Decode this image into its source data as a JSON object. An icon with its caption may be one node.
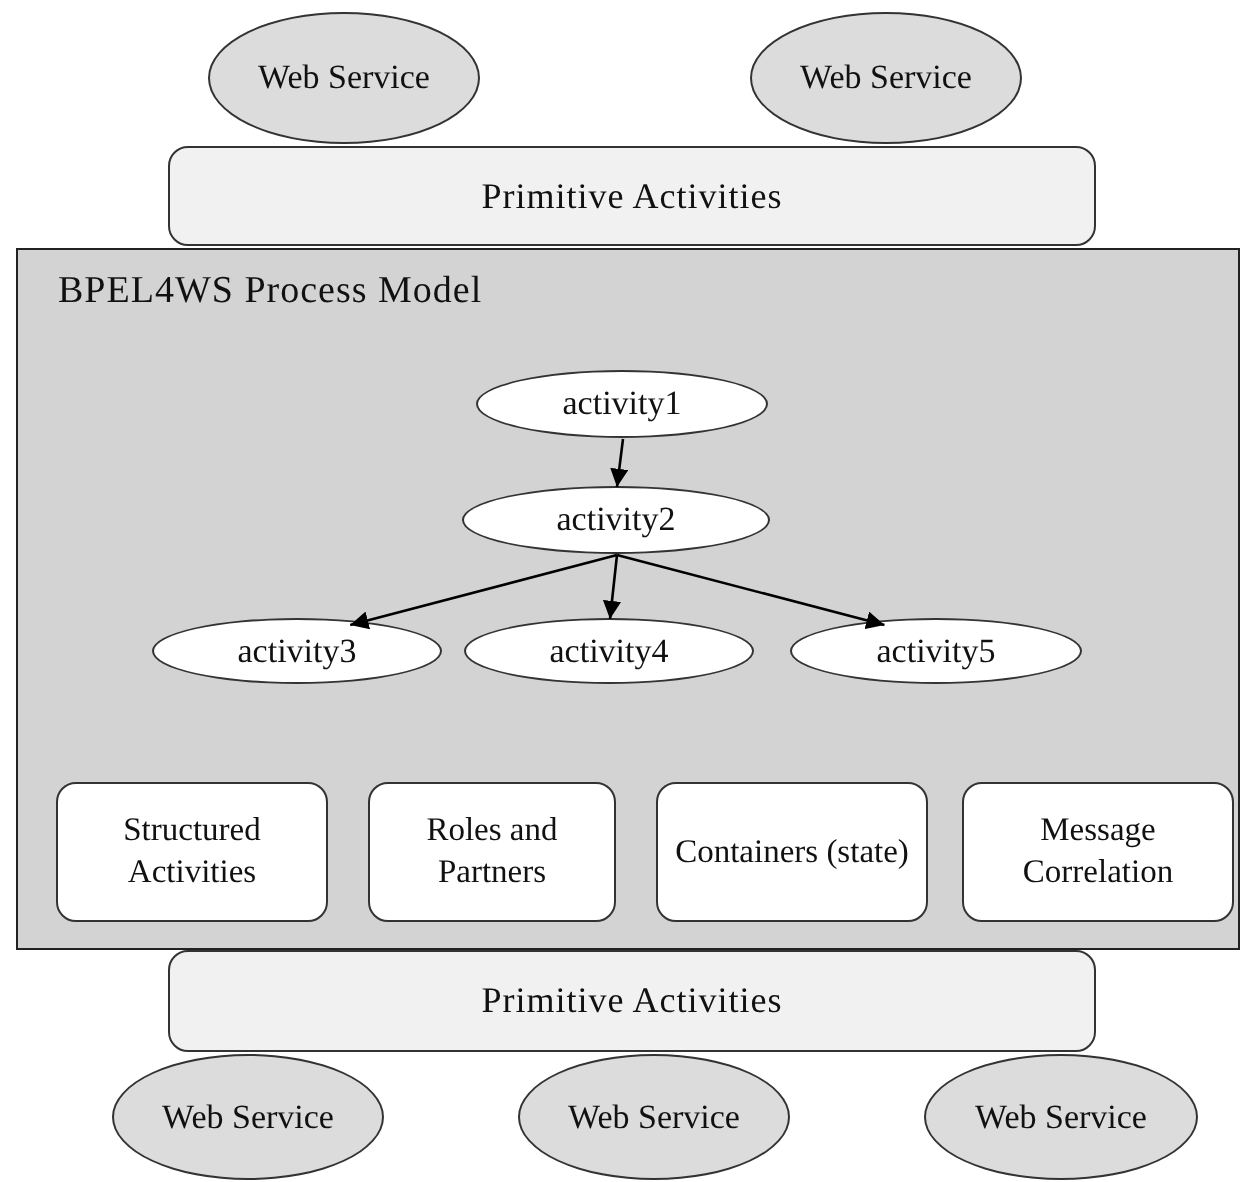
{
  "diagram": {
    "nodes": [
      {
        "text": [
          "Web Service"
        ]
      },
      {
        "text": [
          "Web Service"
        ]
      },
      {
        "text": [
          "Primitive Activities"
        ]
      },
      {
        "text": [
          "BPEL4WS Process Model"
        ]
      },
      {
        "text": [
          "activity1"
        ],
        "in": 3
      },
      {
        "text": [
          "activity2"
        ],
        "in": 3
      },
      {
        "text": [
          "activity3"
        ],
        "in": 3
      },
      {
        "text": [
          "activity4"
        ],
        "in": 3
      },
      {
        "text": [
          "activity5"
        ],
        "in": 3
      },
      {
        "text": [
          "Structured Activities"
        ],
        "in": 3
      },
      {
        "text": [
          "Roles and Partners"
        ],
        "in": 3
      },
      {
        "text": [
          "Containers (state)"
        ],
        "in": 3
      },
      {
        "text": [
          "Message Correlation"
        ],
        "in": 3
      },
      {
        "text": [
          "Primitive Activities"
        ]
      },
      {
        "text": [
          "Web Service"
        ]
      },
      {
        "text": [
          "Web Service"
        ]
      },
      {
        "text": [
          "Web Service"
        ]
      }
    ],
    "edges": [
      {
        "from": 4,
        "to": 5,
        "arrow": "to"
      },
      {
        "from": 5,
        "to": 6,
        "arrow": "to"
      },
      {
        "from": 5,
        "to": 7,
        "arrow": "to"
      },
      {
        "from": 5,
        "to": 8,
        "arrow": "to"
      }
    ]
  }
}
